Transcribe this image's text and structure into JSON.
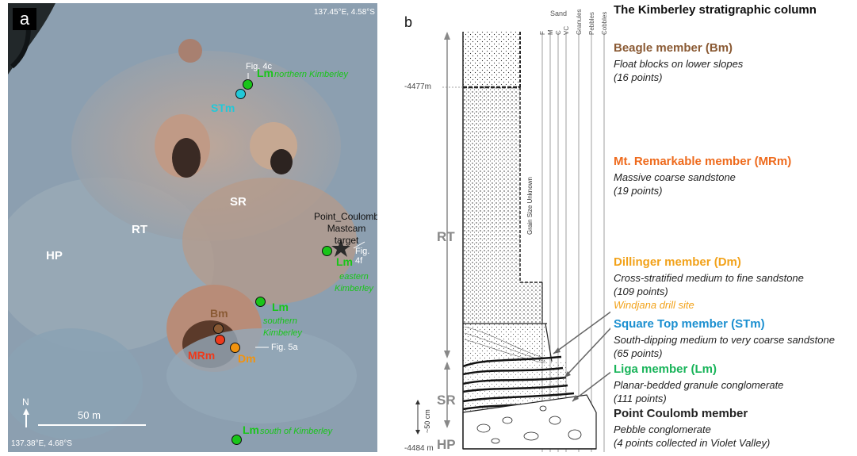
{
  "panel_a": {
    "letter": "a",
    "coord_top_right": "137.45°E, 4.58°S",
    "coord_bottom_left": "137.38°E, 4.68°S",
    "region_labels": {
      "hp": "HP",
      "rt": "RT",
      "sr": "SR"
    },
    "north_label": "N",
    "scale_label": "50 m",
    "point_coulomb_label_line1": "Point_Coulomb",
    "point_coulomb_label_line2": "Mastcam target",
    "figure_refs": {
      "fig4c": "Fig. 4c",
      "fig4f": "Fig. 4f",
      "fig5a": "Fig. 5a"
    },
    "sites": {
      "lm_north": {
        "code": "Lm",
        "place": "northern Kimberley"
      },
      "stm": {
        "code": "STm"
      },
      "lm_east": {
        "code": "Lm",
        "place_line1": "eastern",
        "place_line2": "Kimberley"
      },
      "lm_south": {
        "code": "Lm",
        "place_line1": "southern",
        "place_line2": "Kimberley"
      },
      "bm": {
        "code": "Bm"
      },
      "mrm": {
        "code": "MRm"
      },
      "dm": {
        "code": "Dm"
      },
      "lm_souther": {
        "code": "Lm",
        "place": "south of Kimberley"
      }
    },
    "colors": {
      "lm": "#19c519",
      "stm": "#22c8d8",
      "bm": "#8a5a34",
      "mrm": "#ee3a1c",
      "dm": "#f2930e"
    }
  },
  "panel_b": {
    "letter": "b",
    "title": "The Kimberley stratigraphic column",
    "grain_size_header": "Sand",
    "grain_sizes": [
      "F",
      "M",
      "C",
      "VC",
      "Granules",
      "Pebbles",
      "Cobbles"
    ],
    "grain_size_unknown": "Grain Size Unknown",
    "elevation_top": "-4477m",
    "elevation_bottom": "-4484 m",
    "scale_bar": "~50 cm",
    "units": {
      "rt": "RT",
      "sr": "SR",
      "hp": "HP"
    },
    "members": [
      {
        "name": "Beagle member (Bm)",
        "color": "#8a5a34",
        "desc": [
          "Float blocks on lower slopes",
          "(16 points)"
        ]
      },
      {
        "name": "Mt. Remarkable member (MRm)",
        "color": "#ee6a1c",
        "desc": [
          "Massive coarse sandstone",
          "(19 points)"
        ]
      },
      {
        "name": "Dillinger member (Dm)",
        "color": "#f2a21a",
        "desc": [
          "Cross-stratified medium to fine sandstone",
          "(109 points)"
        ],
        "extra": "Windjana drill site"
      },
      {
        "name": "Square Top member (STm)",
        "color": "#1b8fd0",
        "desc": [
          "South-dipping medium to very coarse sandstone",
          "(65 points)"
        ]
      },
      {
        "name": "Liga member (Lm)",
        "color": "#19b45a",
        "desc": [
          "Planar-bedded granule conglomerate",
          "(111 points)"
        ]
      },
      {
        "name": "Point Coulomb member",
        "color": "#222222",
        "desc": [
          "Pebble conglomerate",
          "(4 points collected in Violet Valley)"
        ]
      }
    ]
  }
}
